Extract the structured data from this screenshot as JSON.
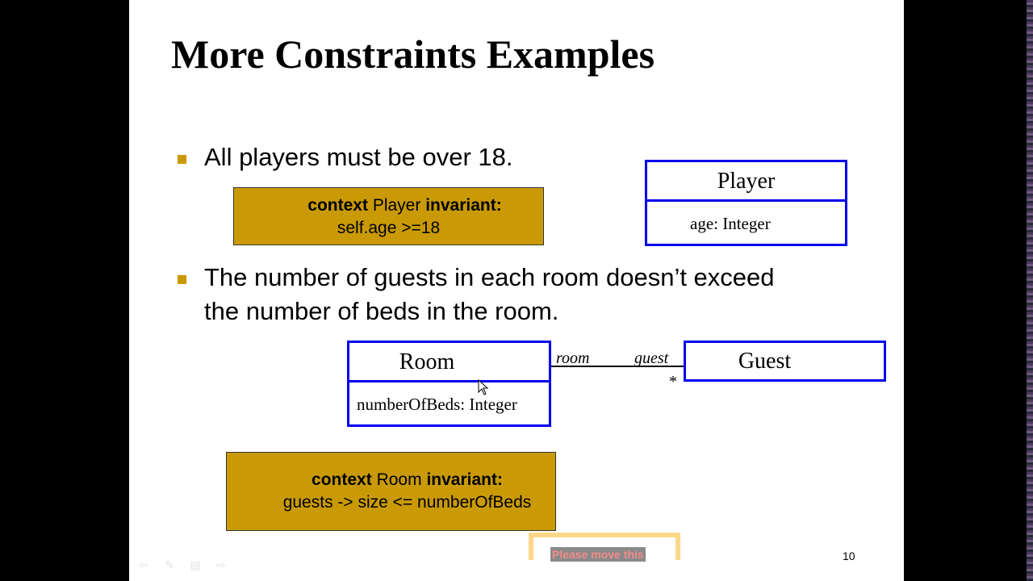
{
  "slide": {
    "title": "More Constraints Examples",
    "page_number": "10"
  },
  "bullets": [
    {
      "text": "All players must be over 18."
    },
    {
      "line1": "The number of guests in each room doesn’t exceed",
      "line2": "the number of beds in the room."
    }
  ],
  "ocl_boxes": [
    {
      "keyword_context": "context",
      "class_name": "Player",
      "keyword_inv": "invariant:",
      "expression": "self.age >=18"
    },
    {
      "keyword_context": "context",
      "class_name": "Room",
      "keyword_inv": "invariant:",
      "expression": "guests -> size <= numberOfBeds"
    }
  ],
  "uml": {
    "player": {
      "name": "Player",
      "attribute": "age: Integer"
    },
    "room": {
      "name": "Room",
      "attribute": "numberOfBeds: Integer"
    },
    "guest": {
      "name": "Guest"
    },
    "association": {
      "role_room": "room",
      "role_guest": "guest",
      "multiplicity_guest": "*"
    }
  },
  "note": {
    "text": "Please move this"
  },
  "icons": {
    "nav": [
      "prev-arrow-icon",
      "pen-icon",
      "menu-icon",
      "next-arrow-icon"
    ],
    "cursor": "mouse-pointer-icon"
  },
  "colors": {
    "bullet": "#cc9900",
    "ocl_box": "#c99a06",
    "uml_border": "#0000ee",
    "note_border": "#fcd78a"
  }
}
